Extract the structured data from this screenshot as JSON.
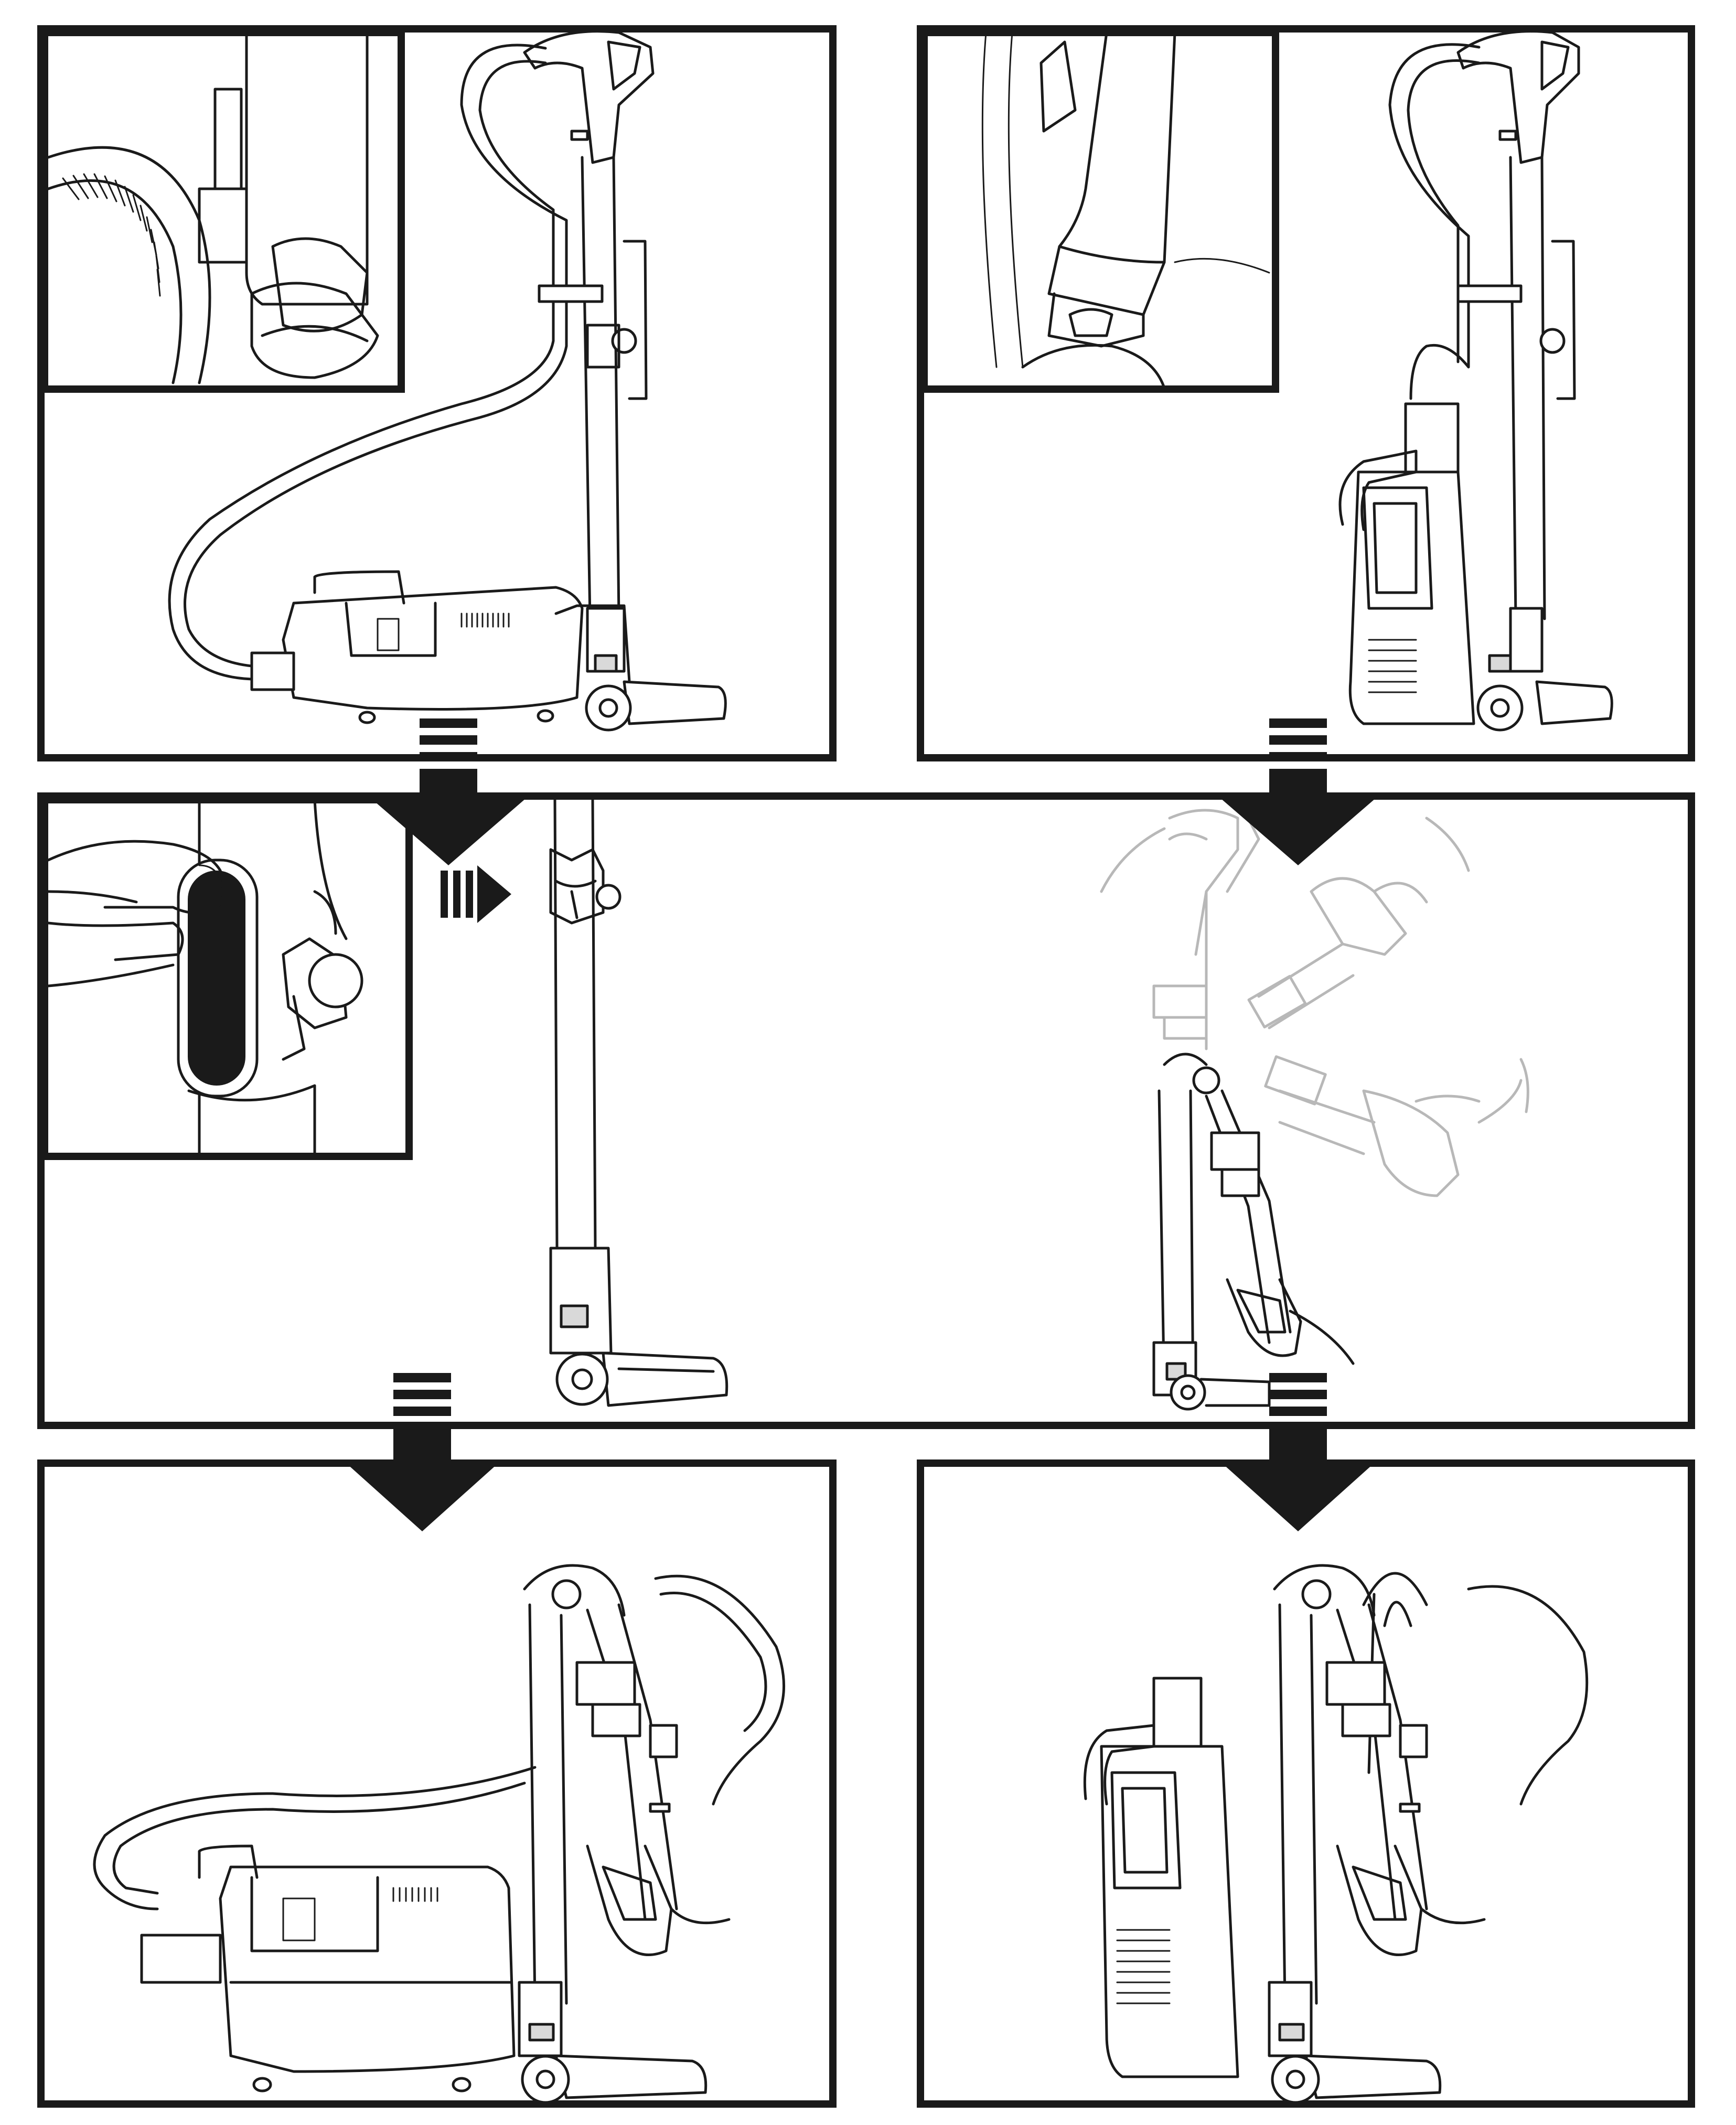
{
  "figure": {
    "panels": [
      {
        "id": "panel-1",
        "content": "vacuum-upright-with-canister"
      },
      {
        "id": "panel-2",
        "content": "vacuum-upright-with-pod"
      },
      {
        "id": "panel-3",
        "content": "release-button-and-bare-wand"
      },
      {
        "id": "panel-4",
        "content": "handle-folding-down"
      },
      {
        "id": "panel-5",
        "content": "folded-with-canister"
      },
      {
        "id": "panel-6",
        "content": "folded-with-pod"
      }
    ],
    "arrows": [
      {
        "id": "arrow-1-to-3",
        "direction": "down"
      },
      {
        "id": "arrow-2-to-4",
        "direction": "down"
      },
      {
        "id": "arrow-3-to-5",
        "direction": "down"
      },
      {
        "id": "arrow-4-to-6",
        "direction": "down"
      },
      {
        "id": "press-arrow",
        "direction": "right"
      }
    ],
    "colors": {
      "line": "#1a1a1a",
      "faint": "#b8b8b8",
      "background": "#ffffff"
    }
  }
}
